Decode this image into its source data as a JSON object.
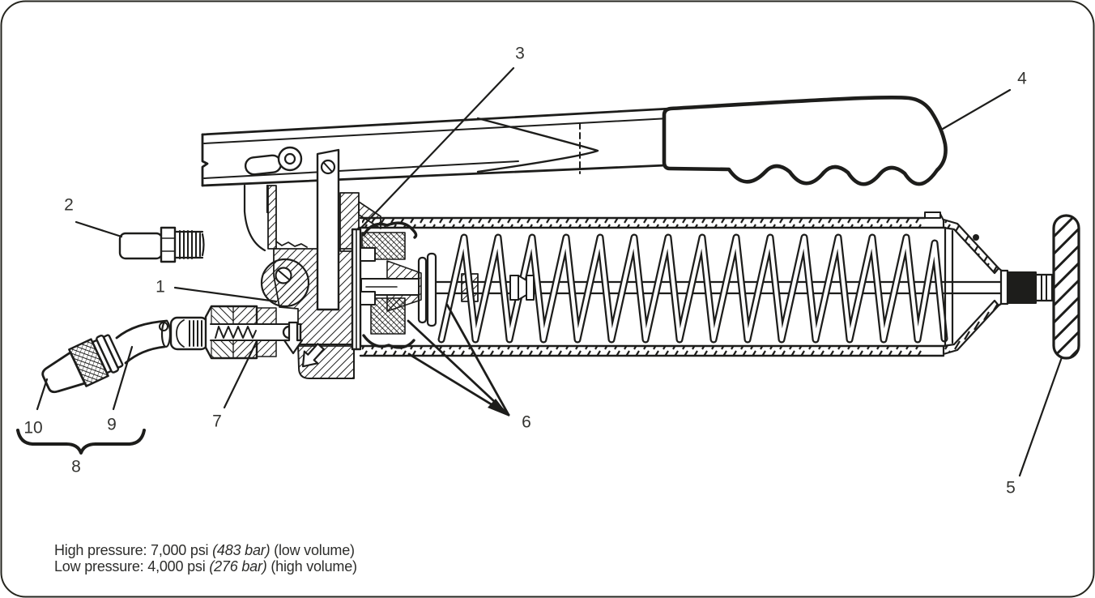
{
  "figure_title": "grease-gun-cutaway-parts-diagram",
  "colors": {
    "ink": "#1d1d1b",
    "background": "#ffffff",
    "label": "#343431"
  },
  "callouts": [
    {
      "label": "1"
    },
    {
      "label": "2"
    },
    {
      "label": "3"
    },
    {
      "label": "4"
    },
    {
      "label": "5"
    },
    {
      "label": "6"
    },
    {
      "label": "7"
    },
    {
      "label": "8"
    },
    {
      "label": "9"
    },
    {
      "label": "10"
    }
  ],
  "caption": {
    "lines": [
      {
        "pre": "High pressure: 7,000 psi ",
        "em": "(483 bar)",
        "post": " (low volume)"
      },
      {
        "pre": "Low pressure: 4,000 psi ",
        "em": "(276 bar)",
        "post": " (high volume)"
      }
    ]
  }
}
